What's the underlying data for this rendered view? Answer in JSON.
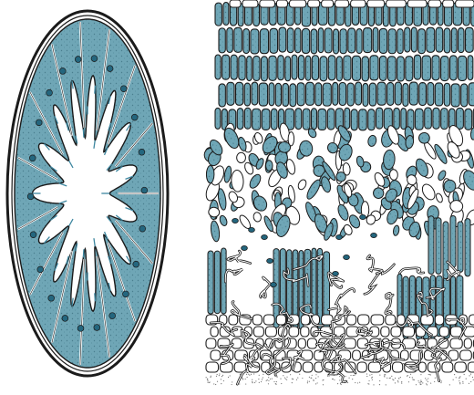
{
  "figure": {
    "panels": [
      {
        "id": "cross-section",
        "shape": "ellipse ring with folded inner lining"
      },
      {
        "id": "tissue-detail",
        "shape": "layered cellular tissue"
      }
    ]
  },
  "colors": {
    "cell_fill": "#6fa6b6",
    "cell_fill_light": "#9cc6d2",
    "outline": "#1b1b1b",
    "nucleus": "#24667e",
    "hair": "#3e87a0",
    "background": "#ffffff",
    "speckle": "#4a7f8f"
  }
}
